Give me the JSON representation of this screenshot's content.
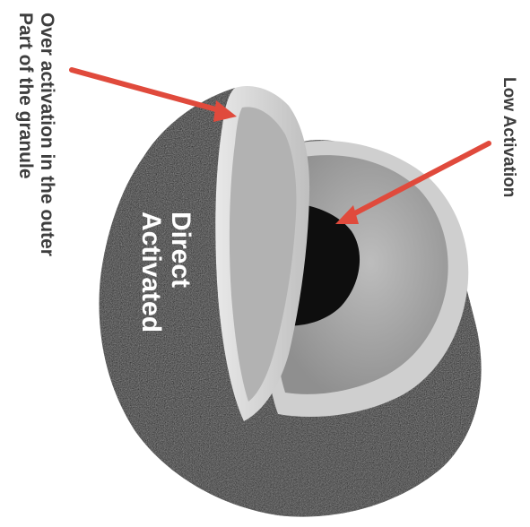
{
  "labels": {
    "low_activation": "Low Activation",
    "over_activation_line1": "Over activation in the outer",
    "over_activation_line2": "Part of the granule",
    "direct_line1": "Direct",
    "direct_line2": "Activated"
  },
  "colors": {
    "arrow": "#e04a3c",
    "outer_shell": "#141414",
    "activated_layer": "#d9d9d9",
    "inner_surface": "#a8a8a8",
    "core": "#0e0e0e",
    "label_text": "#3d3d3d"
  }
}
